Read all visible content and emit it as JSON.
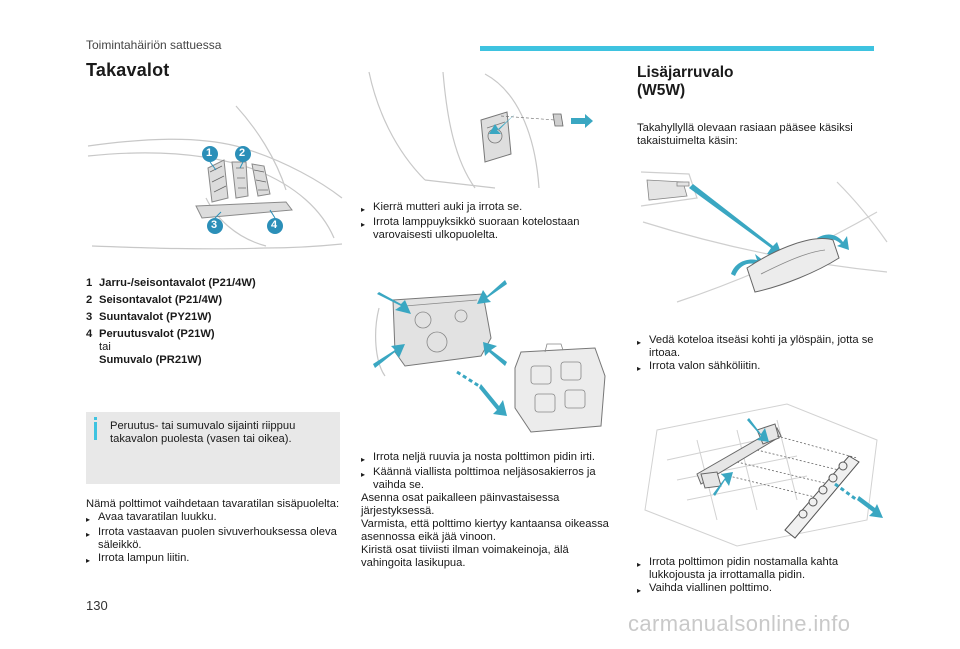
{
  "header": {
    "section": "Toimintahäiriön sattuessa"
  },
  "left": {
    "title": "Takavalot",
    "badges": [
      "1",
      "2",
      "3",
      "4"
    ],
    "legend": [
      {
        "num": "1",
        "label": "Jarru-/seisontavalot (P21/4W)"
      },
      {
        "num": "2",
        "label": "Seisontavalot (P21/4W)"
      },
      {
        "num": "3",
        "label": "Suuntavalot (PY21W)"
      },
      {
        "num": "4",
        "label": "Peruutusvalot (P21W)",
        "or": "tai",
        "alt": "Sumuvalo (PR21W)"
      }
    ],
    "info": "Peruutus- tai sumuvalo sijainti riippuu takavalon puolesta (vasen tai oikea).",
    "intro": "Nämä polttimot vaihdetaan tavaratilan sisäpuolelta:",
    "steps": [
      "Avaa tavaratilan luukku.",
      "Irrota vastaavan puolen sivuverhouksessa oleva säleikkö.",
      "Irrota lampun liitin."
    ]
  },
  "middle": {
    "steps_a": [
      "Kierrä mutteri auki ja irrota se.",
      "Irrota lamppuyksikkö suoraan kotelostaan varovaisesti ulkopuolelta."
    ],
    "steps_b": [
      "Irrota neljä ruuvia ja nosta polttimon pidin irti.",
      "Käännä viallista polttimoa neljäsosakierros ja vaihda se."
    ],
    "notes": [
      "Asenna osat paikalleen päinvastaisessa järjestyksessä.",
      "Varmista, että polttimo kiertyy kantaansa oikeassa asennossa eikä jää vinoon.",
      "Kiristä osat tiiviisti ilman voimakeinoja, älä vahingoita lasikupua."
    ]
  },
  "right": {
    "title_line1": "Lisäjarruvalo",
    "title_line2": "(W5W)",
    "intro": "Takahyllyllä olevaan rasiaan pääsee käsiksi takaistuimelta käsin:",
    "steps_a": [
      "Vedä koteloa itseäsi kohti ja ylöspäin, jotta se irtoaa.",
      "Irrota valon sähköliitin."
    ],
    "steps_b": [
      "Irrota polttimon pidin nostamalla kahta lukkojousta ja irrottamalla pidin.",
      "Vaihda viallinen polttimo."
    ]
  },
  "footer": {
    "page": "130",
    "watermark": "carmanualsonline.info"
  },
  "colors": {
    "accent": "#3ec3e0",
    "arrow": "#3aa7c2",
    "badge": "#2b8fb8"
  },
  "icons": {
    "bullet": "triangle-bullet-icon",
    "info": "info-icon"
  }
}
